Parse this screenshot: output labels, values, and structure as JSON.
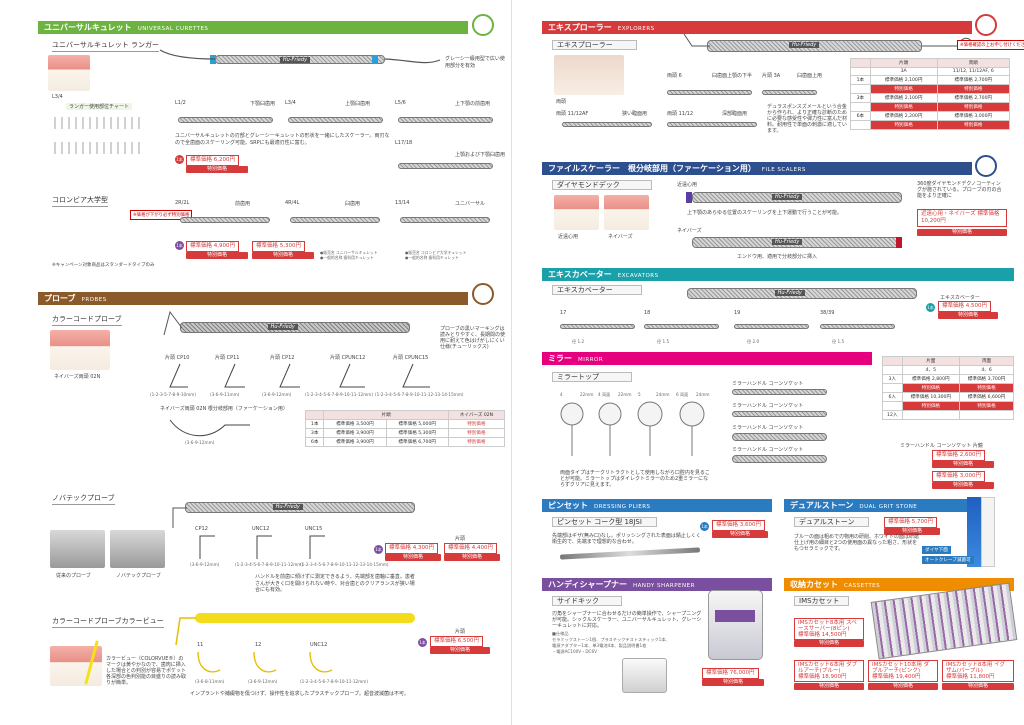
{
  "left": {
    "sec_universal": {
      "title": "ユニバーサルキュレット",
      "en": "UNIVERSAL CURETTES"
    },
    "universal_lunger": {
      "sub": "ユニバーサルキュレット ランガー",
      "chart": "ランガー使用部位チャート",
      "note": "グレーシー級用型で広い使用部分を有効"
    },
    "universal_labels": [
      "L1/2",
      "下顎臼歯用",
      "L3/4",
      "上顎臼歯用",
      "L5/6",
      "上下顎の前歯用",
      "L17/18",
      "上顎および下顎臼歯用"
    ],
    "universal_desc": "ユニバーサルキュレットの刃部とグレーシーキュレットの形状を一緒にしたスケーラー。両刃なので全歯面のスケーリング可能。SRPにも最適刃性に富む。",
    "universal_price": {
      "std": "標準価格 6,200円",
      "special": "特別価格"
    },
    "columbia": {
      "sub": "コロンビア大学型",
      "note": "※価格が下がり必ず特別価格",
      "labels": [
        "2R/2L",
        "前歯用",
        "4R/4L",
        "臼歯用",
        "13/14",
        "ユニバーサル"
      ]
    },
    "columbia_prices": [
      {
        "std": "標準価格 4,900円",
        "special": "特別価格"
      },
      {
        "std": "標準価格 5,300円",
        "special": "特別価格"
      }
    ],
    "columbia_foot": "※キャンペーン対象商品はスタンダードタイプのみ",
    "sec_probe": {
      "title": "プローブ",
      "en": "PROBES"
    },
    "colorcode": {
      "sub": "カラーコードプローブ",
      "desc": "プローブの黒いマーキングは読みとりやすく、長期間の使用に耐えて色はげがしにくい仕様(チューリックス)",
      "photo_label": "ネイバーズ両頭 02N"
    },
    "probe_types": [
      "片頭 CP10",
      "片頭 CP11",
      "片頭 CP12",
      "片頭 CPUNC12",
      "片頭 CPUNC15"
    ],
    "probe_scales": [
      "(1-2-3-5-7-8-9-10mm)",
      "(3-6-9-11mm)",
      "(3-6-9-12mm)",
      "(1-2-3-4-5-6-7-8-9-10-11-12mm)",
      "(1-2-3-4-5-6-7-8-9-10-11-12-13-14-15mm)"
    ],
    "nabers": {
      "label": "ネイバーズ両頭 02N 根分岐部用（ファーケーション用）",
      "scale": "(3-6-9-12mm)"
    },
    "probe_table": {
      "headers": [
        "",
        "片頭",
        "",
        "ネイバーズ 02N"
      ],
      "rows": [
        [
          "",
          "CP10,CP11,CP12,CPUNC12,CPUNC15",
          "",
          "ネイバーズ 02N"
        ],
        [
          "標準価格 3,500円",
          "特別価格",
          "標準価格 5,000円",
          "特別価格"
        ],
        [
          "標準価格 3,900円",
          "特別価格",
          "標準価格 5,300円",
          "特別価格"
        ],
        [
          "標準価格 3,900円",
          "特別価格",
          "標準価格 6,700円",
          "特別価格"
        ]
      ]
    },
    "novatech": {
      "sub": "ノバテックプローブ",
      "labels": [
        "CP12",
        "UNC12",
        "UNC15"
      ],
      "scales": [
        "(3-6-9-12mm)",
        "(1-2-3-4-5-6-7-8-9-10-11-12mm)",
        "(1-2-3-4-5-6-7-8-9-10-11-12-13-14-15mm)"
      ],
      "desc": "ハンドルを前歯に傾けずに測定できるよう、先端部を歯軸に垂直。患者さんが大きく口を開けられない時や、对合歯とのクリアランスが狭い場合にも有効。",
      "photos": [
        "従来のプローブ",
        "ノバテックプローブ"
      ],
      "price_head": "片頭",
      "prices": [
        {
          "std": "標準価格 4,300円",
          "special": "特別価格"
        },
        {
          "std": "標準価格 4,400円",
          "special": "特別価格"
        }
      ]
    },
    "colorview": {
      "sub": "カラーコードプローブカラービュー",
      "desc": "カラービュー（COLORVUE®）のマークは黄やかなので、歯肉に挿入した場合との判別が容易でポケット各深部の色判別能の目盛りの読み取りが簡単。",
      "labels": [
        "11",
        "12",
        "UNC12"
      ],
      "scales": [
        "(3-6-8-11mm)",
        "(3-6-9-12mm)",
        "(1-2-3-4-5-6-7-8-9-10-11-12mm)"
      ],
      "foot": "インプラントや補綴物を傷つけず、操作性を追求したプラスチックプローブ。超音波滅菌は不可。",
      "price_head": "片頭",
      "price": {
        "std": "標準価格 6,500円",
        "special": "特別価格"
      }
    }
  },
  "right": {
    "sec_explorer": {
      "title": "エキスプローラー",
      "en": "EXPLORERS"
    },
    "explorer": {
      "sub": "エキスプローラー",
      "labels": [
        "両頭 6",
        "臼歯面上顎の下半",
        "片頭 3A",
        "臼歯面上用",
        "両頭 11/12AF",
        "狭い臨面用",
        "両頭 11/12",
        "深部臨面用"
      ],
      "desc": "デュラスポンスズメールという合金から作られ、より正確な診断のために必要な感受性や弾力性に富んだ材料。耐用性で単面の刺激に適しています。",
      "photo_label": "両頭"
    },
    "explorer_table": {
      "h1": "片頭",
      "h2": "両頭",
      "sub1": "3A",
      "sub2": "11/12, 11/12AF, 6",
      "rows": [
        [
          "標準価格 2,100円",
          "特別価格",
          "標準価格 2,700円",
          "特別価格"
        ],
        [
          "標準価格 2,100円",
          "特別価格",
          "標準価格 2,700円",
          "特別価格"
        ],
        [
          "標準価格 2,200円",
          "特別価格",
          "標準価格 3,000円",
          "特別価格"
        ]
      ],
      "note": "※価格確認の上お申し付けください"
    },
    "sec_file": {
      "title": "ファイルスケーラー　根分岐部用（ファーケーション用）",
      "en": "FILE SCALERS"
    },
    "file": {
      "sub": "ダイヤモンドデック",
      "labels": [
        "近遠心用",
        "ネイバーズ"
      ],
      "desc1": "上下顎のあらゆる位置のスケーリングを上下運動で行うことが可能。",
      "desc2": "エンドウ用、適用で分岐部分に挿入",
      "photos": [
        "近遠心用",
        "ネイバーズ"
      ],
      "side": "360度ダイヤモンドデクノコーティングが施されている。プローブの刃の合能をより正確に",
      "price": {
        "std": "近遠心用・ネイバーズ 標準価格 10,200円",
        "special": "特別価格"
      }
    },
    "sec_excavator": {
      "title": "エキスカベーター",
      "en": "EXCAVATORS"
    },
    "excavator": {
      "sub": "エキスカベーター",
      "labels": [
        "17",
        "18",
        "19",
        "38/39"
      ],
      "sizes": [
        "径 1.2",
        "径 1.5",
        "径 2.0",
        "径 1.5"
      ],
      "price": {
        "title": "エキスカベーター",
        "std": "標準価格 4,500円",
        "special": "特別価格"
      }
    },
    "sec_mirror": {
      "title": "ミラー",
      "en": "MIRROR"
    },
    "mirror": {
      "sub": "ミラートップ",
      "sizes": [
        "4",
        "22mm",
        "4 両面",
        "22mm",
        "5",
        "24mm",
        "6 両面",
        "24mm"
      ],
      "handles": [
        "ミラーハンドル コーンソケット",
        "ミラーハンドル コーンソケット",
        "ミラーハンドル コーンソケット",
        "ミラーハンドル コーンソケット"
      ],
      "desc": "両面タイプはチークリトラクトとして使用しながら口腔内を見ることが可能。ミラートップはダイレクトミラーのため2重ミラーにならずクリアに見えます。"
    },
    "mirror_table": {
      "h1": "片面",
      "h2": "両面",
      "c1": "4、5",
      "c2": "4、6",
      "rows": [
        [
          "3入",
          "標準価格 2,800円",
          "標準価格 3,700円"
        ],
        [
          "6入",
          "標準価格 10,300円",
          "標準価格 6,600円"
        ],
        [
          "12入",
          "",
          ""
        ]
      ],
      "handle_head": "ミラーハンドル コーンソケット 片鏡",
      "handle_prices": [
        {
          "std": "標準価格 2,600円",
          "special": "特別価格"
        },
        {
          "std": "標準価格 3,000円",
          "special": "特別価格"
        }
      ]
    },
    "sec_pincette": {
      "title": "ピンセット",
      "en": "DRESSING PLIERS"
    },
    "pincette": {
      "sub": "ピンセット コーク型 18JSI",
      "desc": "先端部はギザ(無み口)なし。ポリッシングされた表面は錆止しくく衛生的で、先端まで理想的な合わせ。",
      "price": {
        "std": "標準価格 3,600円",
        "special": "特別価格"
      }
    },
    "sec_stone": {
      "title": "デュアルストーン",
      "en": "DUAL GRIT STONE"
    },
    "stone": {
      "sub": "デュアルストーン",
      "desc": "ブルーの面は粗めで刃物用の研削、ホワイトの面は研磨仕上げ用の細目と2つの使用面の異なった粗さ、形状をもつセラミックです。",
      "price": {
        "std": "標準価格 5,700円",
        "special": "特別価格"
      },
      "tags": [
        "ダイヤ下面",
        "オートクレーブ滅菌可"
      ]
    },
    "sec_sharpener": {
      "title": "ハンディシャープナー",
      "en": "HANDY SHARPENER"
    },
    "sharpener": {
      "sub": "サイドキック",
      "desc": "刃角をシャープナーに合わせるだけの簡単操作で、シャープニングが可能。シックルスケーラー、ユニバーサルキュレット、グレーシーキュレットに対応。",
      "items": [
        "■仕様品",
        "セラミックストーン1個、プラスチックテストスティック1本、",
        "電源アダプター1本、単3電池4本、製品説明書1枚",
        "・電源AC100V・DC6V"
      ],
      "price": {
        "std": "標準価格 76,000円",
        "special": "特別価格"
      }
    },
    "sec_cassette": {
      "title": "収納カセット",
      "en": "CASSETTES"
    },
    "cassette": {
      "sub": "IMSカセット",
      "prices": [
        {
          "label": "IMSカセット8本用 スペースサーバー(8ピン)",
          "std": "標準価格 14,500円",
          "special": "特別価格"
        },
        {
          "label": "IMSカセット6本用 ダブルアーチ(ブルー)",
          "std": "標準価格 18,900円",
          "special": "特別価格"
        },
        {
          "label": "IMSカセット10本用 ダブルアーチ(ピンク)",
          "std": "標準価格 19,400円",
          "special": "特別価格"
        },
        {
          "label": "IMSカセット8本用 イグザム(パープル)",
          "std": "標準価格 11,800円",
          "special": "特別価格"
        }
      ]
    }
  },
  "colors": {
    "green": "#6cb33f",
    "brown": "#8b5a2b",
    "red": "#d63a3a",
    "navy": "#2d4f8e",
    "teal": "#1aa0a8",
    "pink": "#e6007e",
    "blue": "#2b7bc1",
    "purple": "#7b4fa0",
    "orange": "#f08c00"
  }
}
